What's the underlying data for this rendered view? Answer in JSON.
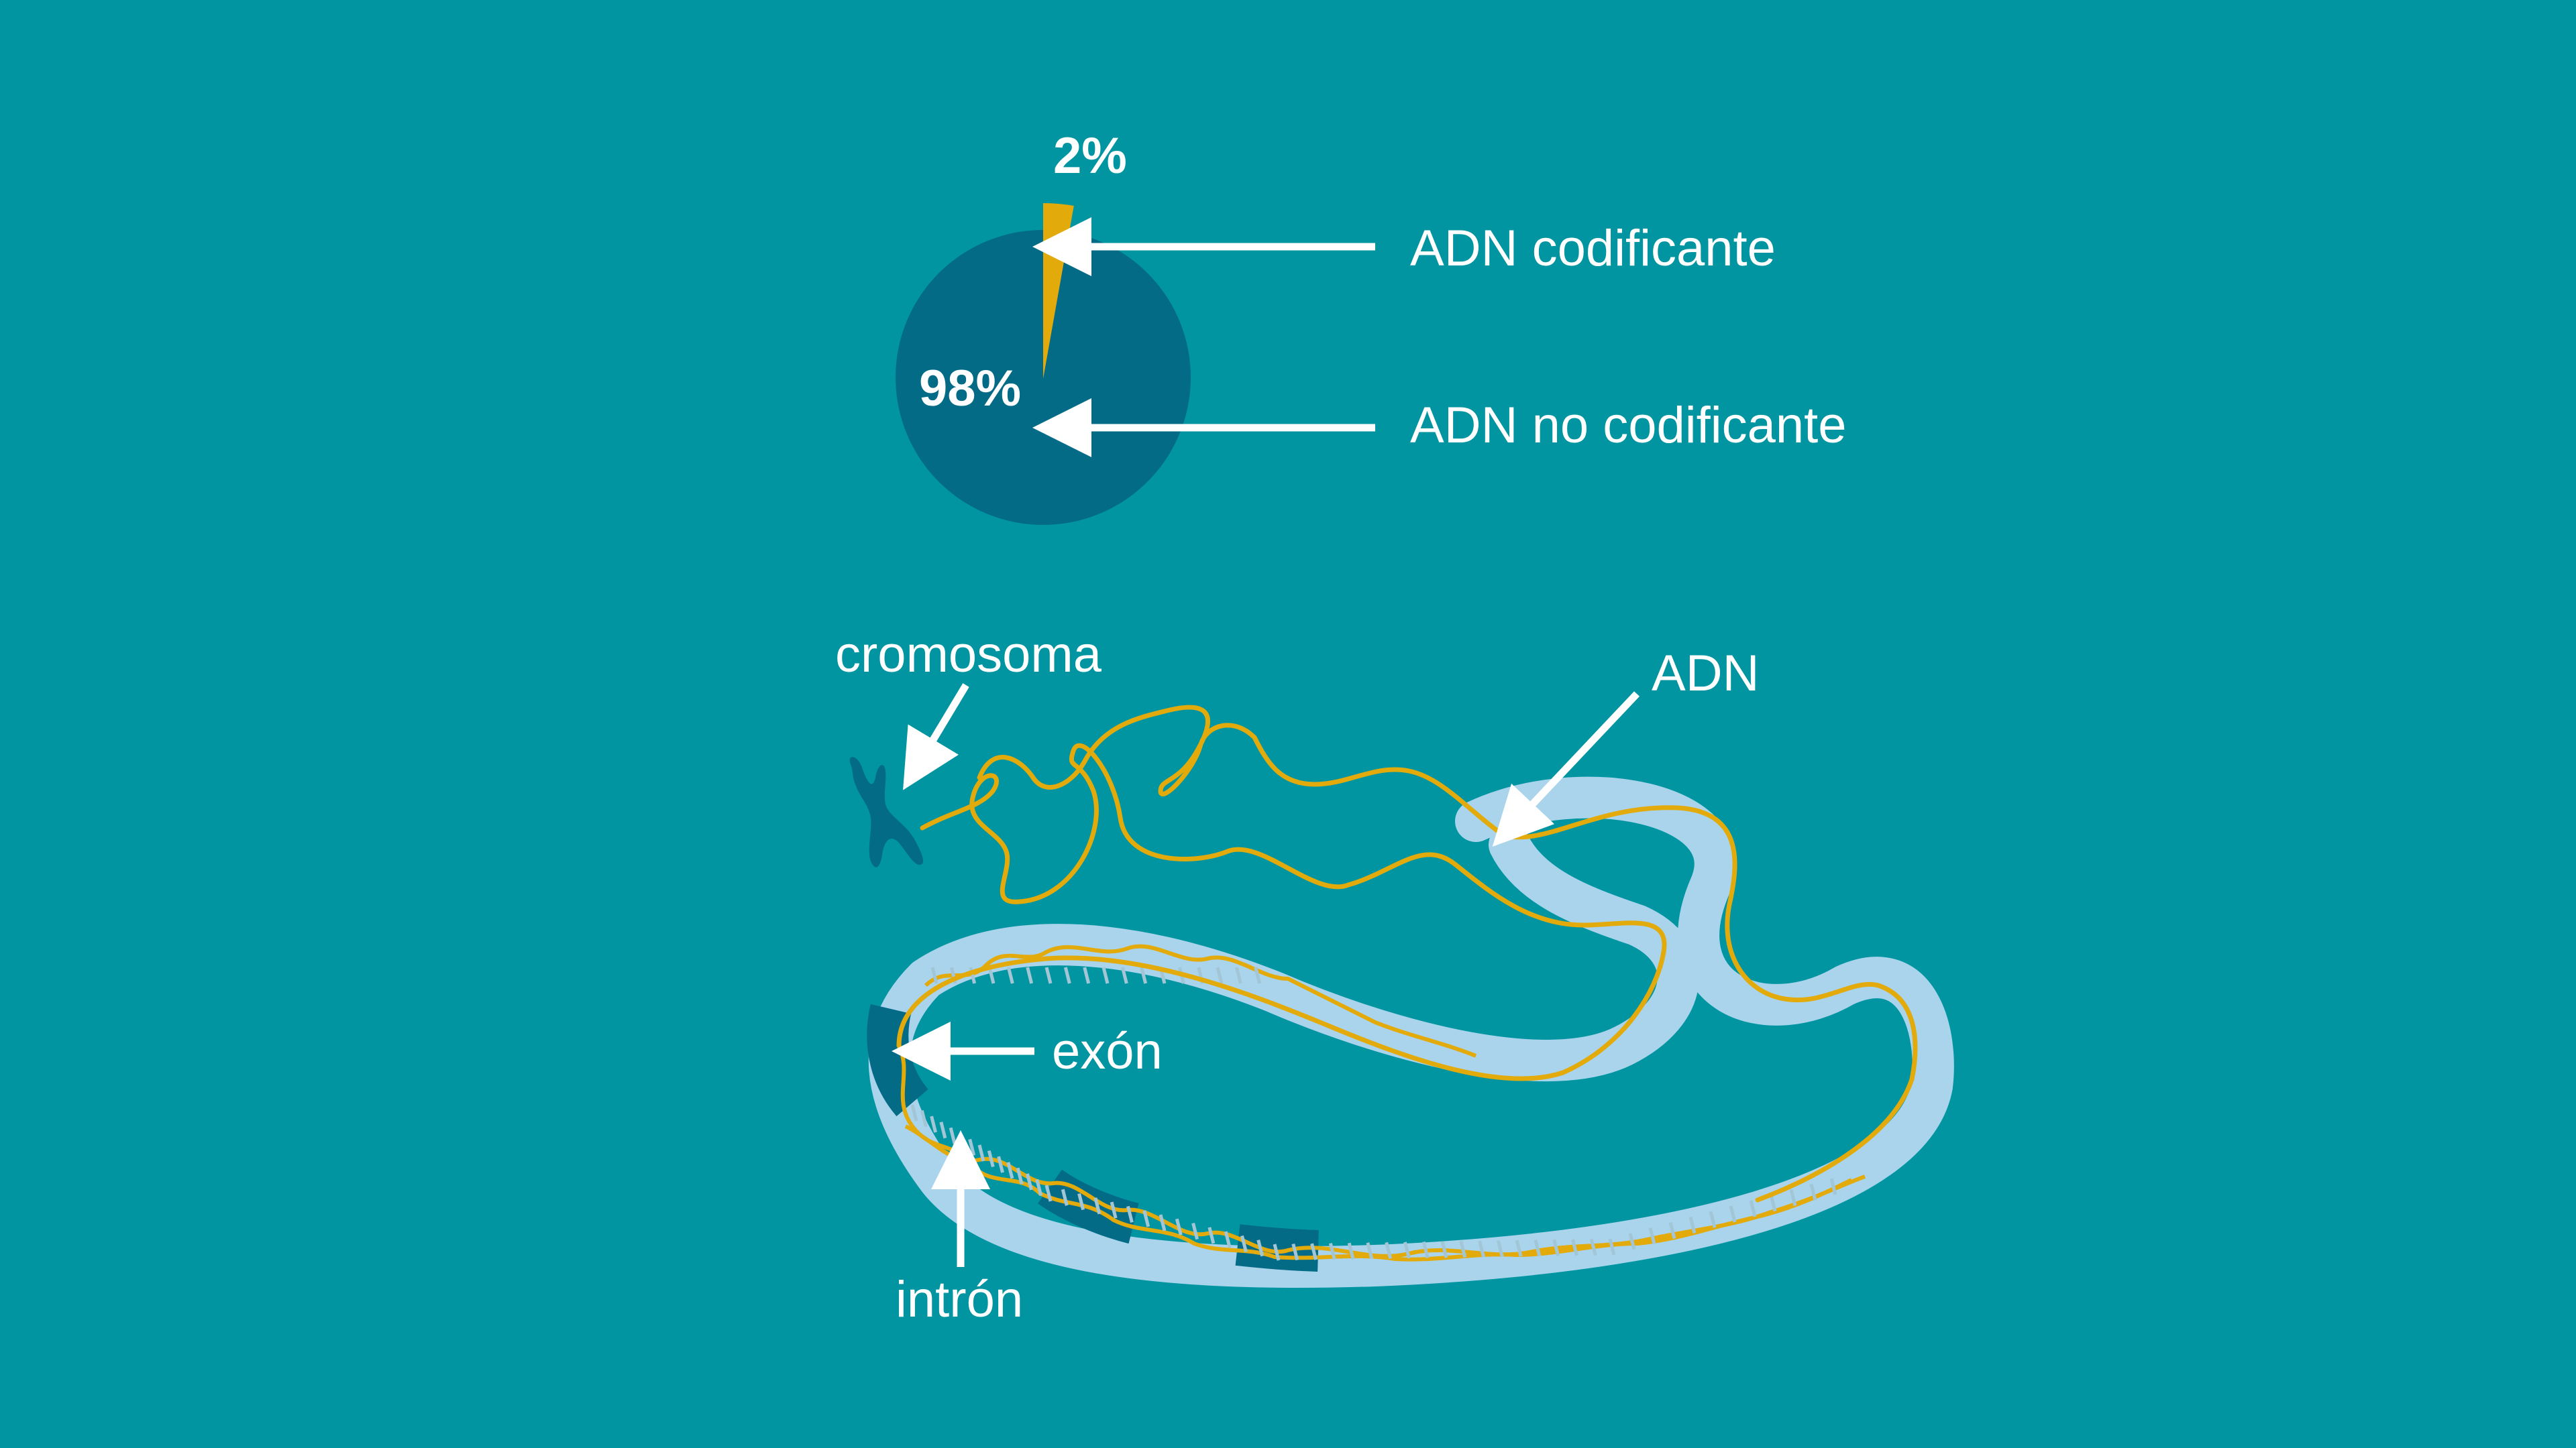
{
  "colors": {
    "background": "#0095a1",
    "noncoding": "#046b87",
    "coding": "#e3aa0c",
    "dna_strand": "#e3aa0c",
    "sleeve": "#a9d4ec",
    "exon": "#046b87",
    "chromosome": "#046b87",
    "arrow": "#ffffff",
    "text": "#ffffff"
  },
  "chart_data": {
    "type": "pie",
    "categories": [
      "ADN codificante",
      "ADN no codificante"
    ],
    "values": [
      2,
      98
    ],
    "slice_labels": [
      "2%",
      "98%"
    ]
  },
  "labels": {
    "coding_dna": "ADN codificante",
    "noncoding_dna": "ADN no codificante",
    "chromosome": "cromosoma",
    "dna": "ADN",
    "exon": "exón",
    "intron": "intrón"
  },
  "icons": {
    "chromosome": "chromosome-icon"
  }
}
